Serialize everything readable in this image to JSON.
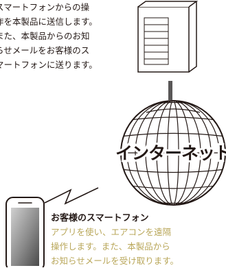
{
  "description": {
    "lines": [
      "スマートフォンからの操",
      "作を本製品に送信します。",
      "また、本製品からのお知",
      "らせメールをお客様のス",
      "マートフォンに送ります。"
    ]
  },
  "internet": {
    "label": "インターネット"
  },
  "smartphone": {
    "title": "お客様のスマートフォン",
    "lines": [
      "アプリを使い、エアコンを遠隔",
      "操作します。また、本製品から",
      "お知らせメールを受け取ります。"
    ]
  },
  "icons": [
    "server-icon",
    "globe-icon",
    "smartphone-icon",
    "lightning-signal-icon"
  ],
  "colors": {
    "text": "#231815",
    "accent_text": "#b9a75a",
    "line": "#231815",
    "connector": "#595757"
  }
}
